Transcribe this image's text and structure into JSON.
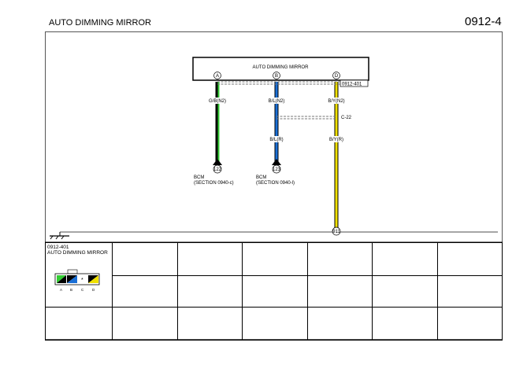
{
  "header": {
    "title": "AUTO DIMMING MIRROR",
    "page": "0912-4"
  },
  "component": {
    "name": "AUTO DIMMING MIRROR",
    "connector": "0912-401",
    "pins": [
      "A",
      "B",
      "D"
    ]
  },
  "wires": [
    {
      "pin": "A",
      "upper": "G/B(N2)",
      "color": "#33cc33",
      "end": "122",
      "dest": "BCM",
      "section": "(SECTION 0940-c)"
    },
    {
      "pin": "B",
      "upper": "B/L(N2)",
      "lower": "B/L(R)",
      "color": "#1a6fd6",
      "end": "123",
      "dest": "BCM",
      "section": "(SECTION 0940-l)"
    },
    {
      "pin": "D",
      "upper": "B/Y(N2)",
      "lower": "B/Y(R)",
      "color": "#f0e000",
      "end": "911"
    }
  ],
  "splice": "C-22",
  "table": {
    "code": "0912-401",
    "name": "AUTO DIMMING MIRROR",
    "pin_labels": [
      "A",
      "B",
      "C",
      "D"
    ]
  }
}
